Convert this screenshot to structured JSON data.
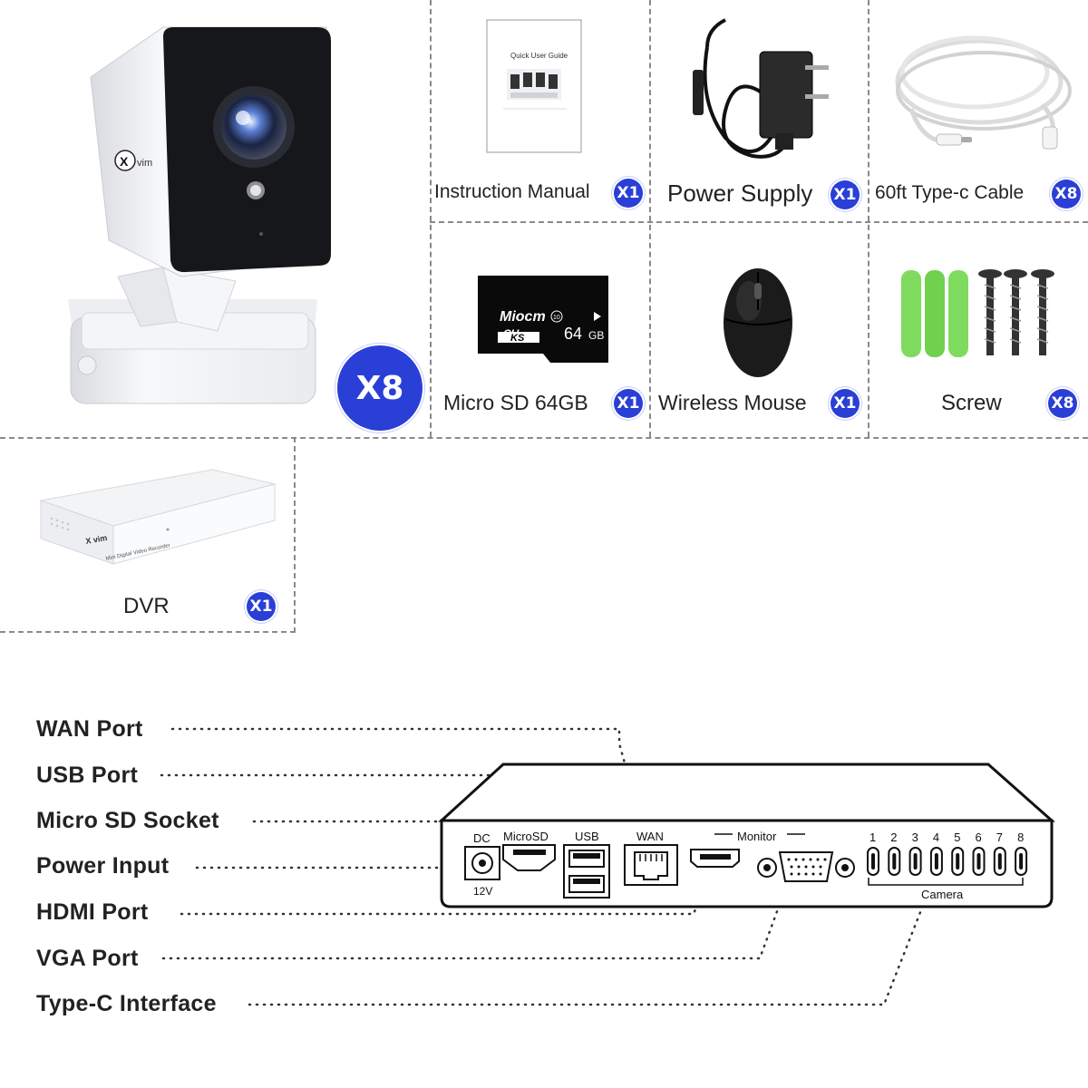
{
  "camera": {
    "brand_logo": "X vim",
    "quantity_badge": "X8"
  },
  "accessories": [
    {
      "label": "Instruction Manual",
      "qty": "X1"
    },
    {
      "label": "Power Supply",
      "qty": "X1"
    },
    {
      "label": "60ft Type-c Cable",
      "qty": "X8"
    },
    {
      "label": "Micro SD 64GB",
      "qty": "X1"
    },
    {
      "label": "Wireless Mouse",
      "qty": "X1"
    },
    {
      "label": "Screw",
      "qty": "X8"
    },
    {
      "label": "DVR",
      "qty": "X1"
    }
  ],
  "manual": {
    "title": "Quick User Guide"
  },
  "sdcard": {
    "brand": "Miocm",
    "sub": "CU",
    "ks": "KS",
    "capacity": "64",
    "unit": "GB",
    "class": "10"
  },
  "dvr_box": {
    "logo": "X vim",
    "caption": "Mini Digital Video Recorder"
  },
  "ports": [
    "WAN Port",
    "USB Port",
    "Micro SD Socket",
    "Power Input",
    "HDMI Port",
    "VGA Port",
    "Type-C Interface"
  ],
  "panel": {
    "dc": "DC",
    "dc_voltage": "12V",
    "microsd": "MicroSD",
    "usb": "USB",
    "wan": "WAN",
    "monitor": "Monitor",
    "camera": "Camera",
    "camera_numbers": [
      "1",
      "2",
      "3",
      "4",
      "5",
      "6",
      "7",
      "8"
    ]
  }
}
